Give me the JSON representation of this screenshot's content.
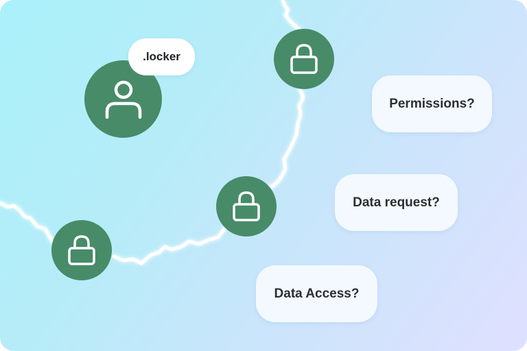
{
  "illustration": {
    "user_node": {
      "icon": "user-icon",
      "label": ".locker"
    },
    "lock_nodes": [
      {
        "icon": "lock-icon",
        "position": "top"
      },
      {
        "icon": "lock-icon",
        "position": "middle"
      },
      {
        "icon": "lock-icon",
        "position": "bottom-left"
      }
    ],
    "questions": [
      {
        "text": "Permissions?"
      },
      {
        "text": "Data request?"
      },
      {
        "text": "Data Access?"
      }
    ],
    "colors": {
      "node_green": "#478b68",
      "bubble_bg": "#f3f9fe",
      "text_dark": "#2b2f33",
      "path_white": "#ffffff",
      "bg_start": "#aaf1fb",
      "bg_end": "#dfe0ff"
    }
  }
}
